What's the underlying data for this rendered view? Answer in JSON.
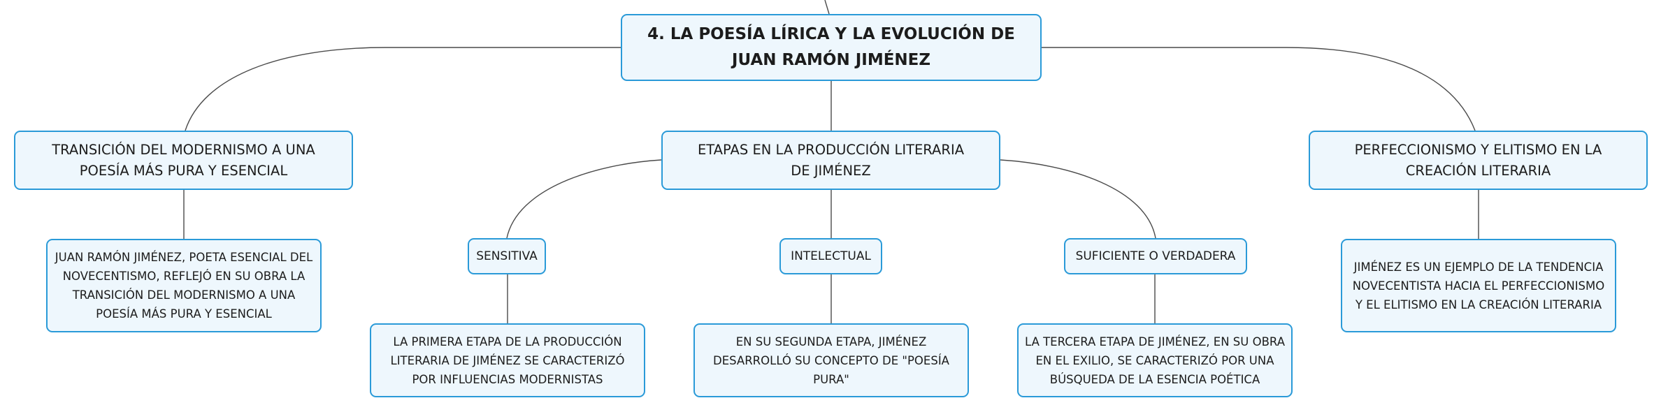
{
  "root": {
    "label": "4. LA POESÍA LÍRICA Y LA EVOLUCIÓN DE JUAN RAMÓN JIMÉNEZ"
  },
  "branches": {
    "left": {
      "label": "TRANSICIÓN DEL MODERNISMO A UNA POESÍA MÁS PURA Y ESENCIAL",
      "detail": "JUAN RAMÓN JIMÉNEZ, POETA ESENCIAL DEL NOVECENTISMO, REFLEJÓ EN SU OBRA LA TRANSICIÓN DEL MODERNISMO A UNA POESÍA MÁS PURA Y ESENCIAL"
    },
    "center": {
      "label": "ETAPAS EN LA PRODUCCIÓN LITERARIA DE JIMÉNEZ",
      "stages": [
        {
          "label": "SENSITIVA",
          "detail": "LA PRIMERA ETAPA DE LA PRODUCCIÓN LITERARIA DE JIMÉNEZ SE CARACTERIZÓ POR INFLUENCIAS MODERNISTAS"
        },
        {
          "label": "INTELECTUAL",
          "detail": "EN SU SEGUNDA ETAPA, JIMÉNEZ DESARROLLÓ SU CONCEPTO DE \"POESÍA PURA\""
        },
        {
          "label": "SUFICIENTE O VERDADERA",
          "detail": "LA TERCERA ETAPA DE JIMÉNEZ, EN SU OBRA EN EL EXILIO, SE CARACTERIZÓ POR UNA BÚSQUEDA DE LA ESENCIA POÉTICA"
        }
      ]
    },
    "right": {
      "label": "PERFECCIONISMO Y ELITISMO EN LA CREACIÓN LITERARIA",
      "detail": "JIMÉNEZ ES UN EJEMPLO DE LA TENDENCIA NOVECENTISTA HACIA EL PERFECCIONISMO Y EL ELITISMO EN LA CREACIÓN LITERARIA"
    }
  },
  "colors": {
    "node_border": "#2a9ad8",
    "node_fill": "#eef7fd",
    "connector": "#4a4a4a",
    "text": "#1c1c1c"
  }
}
